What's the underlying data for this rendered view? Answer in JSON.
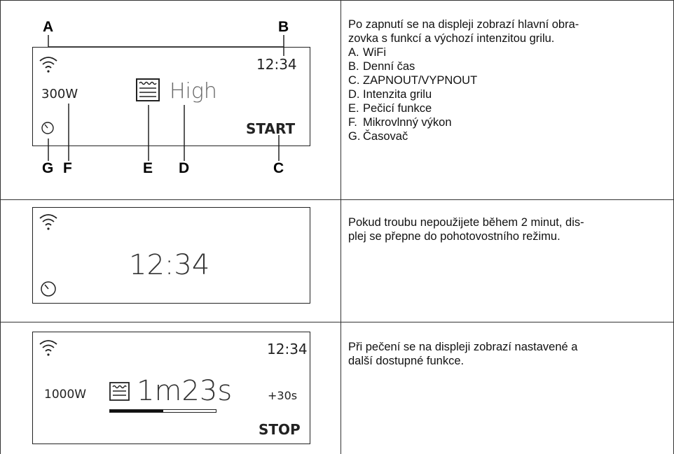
{
  "row1": {
    "callouts": {
      "a": "A",
      "b": "B",
      "c": "C",
      "d": "D",
      "e": "E",
      "f": "F",
      "g": "G"
    },
    "display": {
      "time": "12:34",
      "power": "300W",
      "intensity": "High",
      "start": "START"
    },
    "description": {
      "intro": "Po zapnutí se na displeji zobrazí hlavní obra-\nzovka s funkcí a výchozí intenzitou grilu.",
      "items": [
        {
          "key": "A.",
          "text": "WiFi"
        },
        {
          "key": "B.",
          "text": "Denní čas"
        },
        {
          "key": "C.",
          "text": "ZAPNOUT/VYPNOUT"
        },
        {
          "key": "D.",
          "text": "Intenzita grilu"
        },
        {
          "key": "E.",
          "text": "Pečicí funkce"
        },
        {
          "key": "F.",
          "text": "Mikrovlnný výkon"
        },
        {
          "key": "G.",
          "text": "Časovač"
        }
      ]
    }
  },
  "row2": {
    "display": {
      "time": "12:34"
    },
    "description": "Pokud troubu nepoužijete během 2 minut, dis-\nplej se přepne do pohotovostního režimu."
  },
  "row3": {
    "display": {
      "time": "12:34",
      "power": "1000W",
      "countdown": "1m23s",
      "add": "+30s",
      "stop": "STOP",
      "progress": 0.5
    },
    "description": "Při pečení se na displeji zobrazí nastavené a\ndalší dostupné funkce."
  },
  "icons": [
    "wifi-icon",
    "timer-icon",
    "grill-icon"
  ]
}
